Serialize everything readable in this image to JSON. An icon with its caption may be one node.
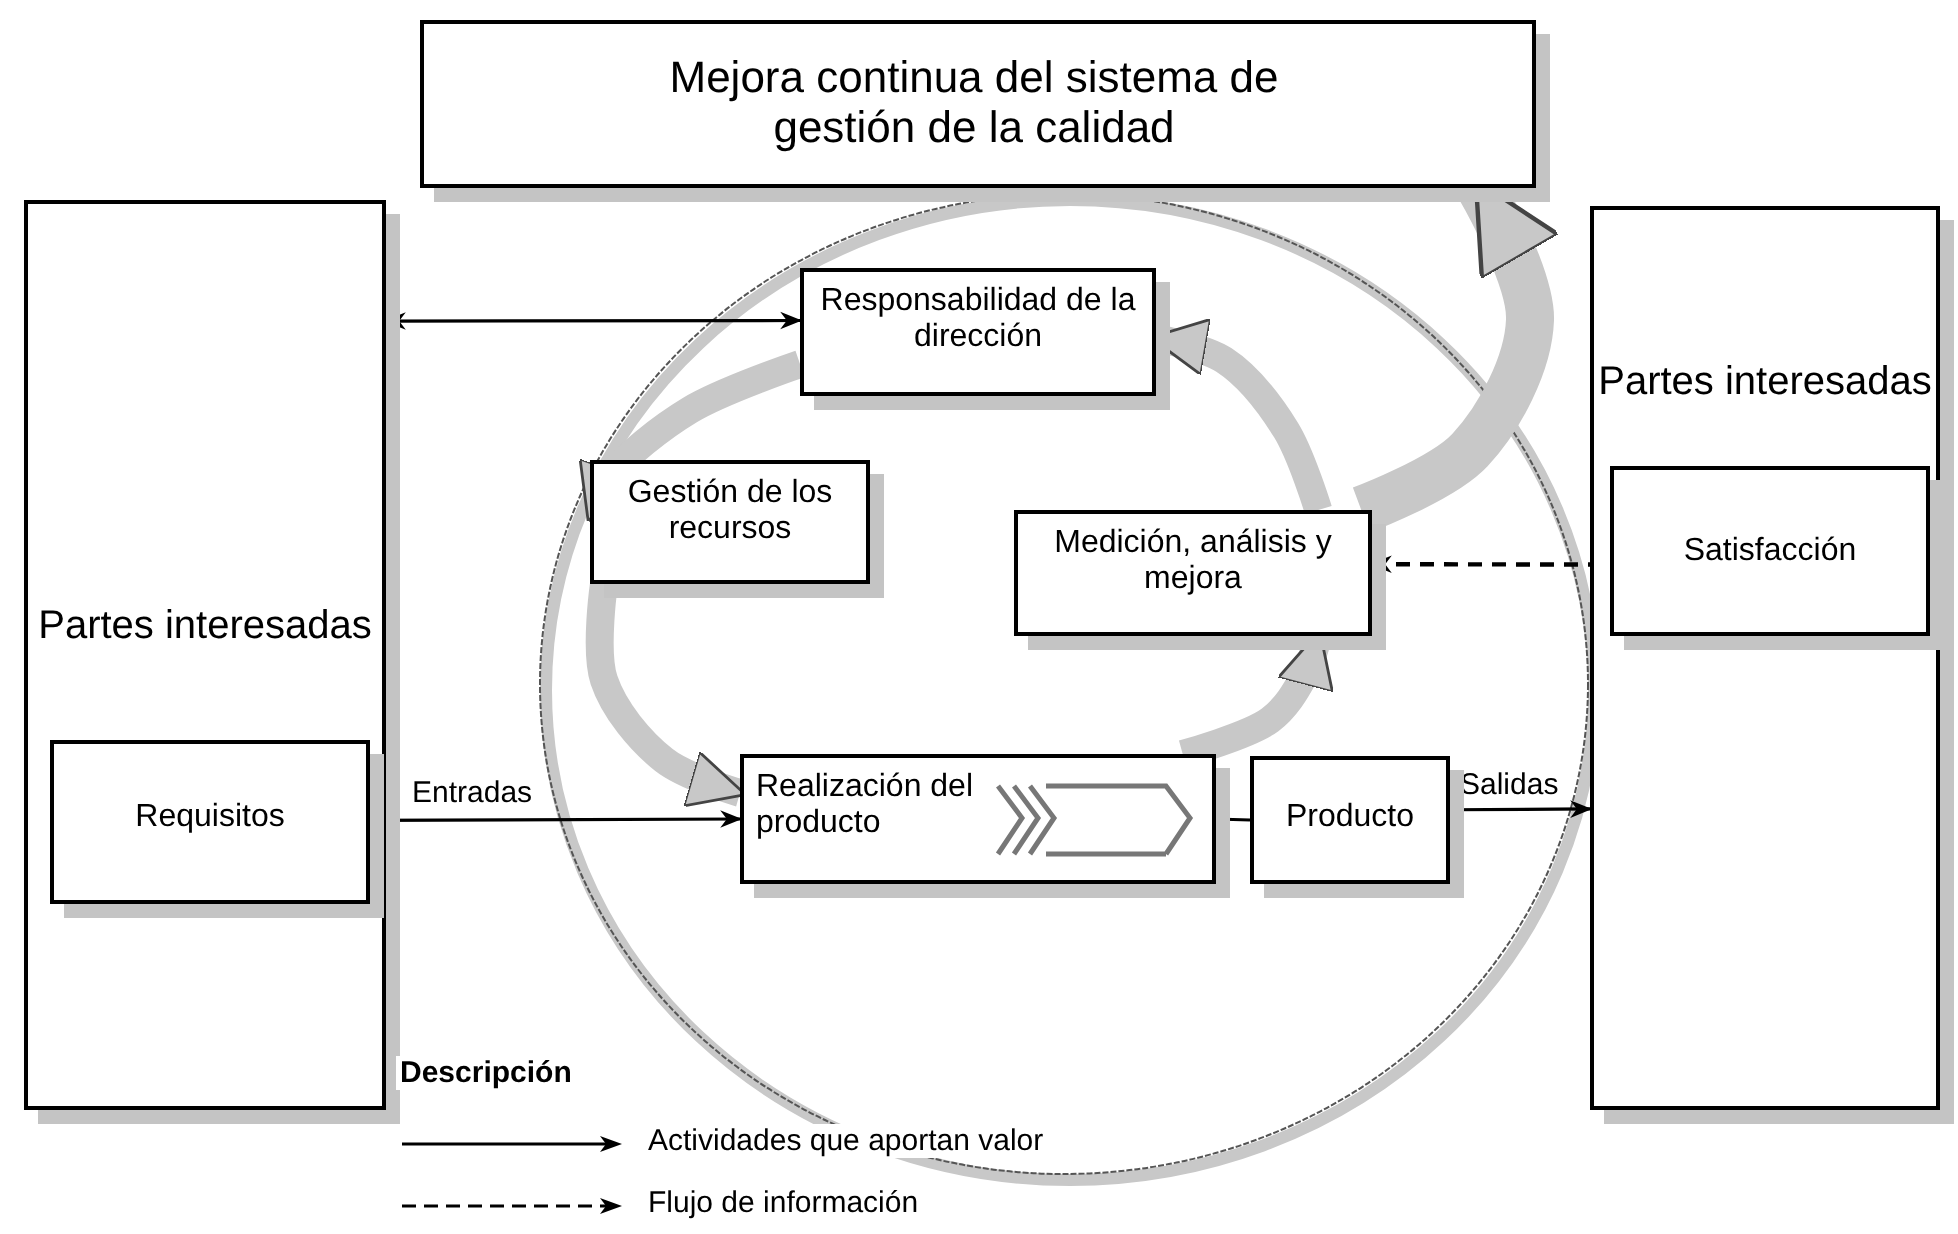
{
  "diagram": {
    "nodes": [
      {
        "text": [
          "Mejora continua del sistema de gestión de la calidad"
        ]
      },
      {
        "text": [
          "Partes interesadas"
        ]
      },
      {
        "text": [
          "Requisitos"
        ],
        "in": 1
      },
      {
        "text": [
          "Responsabilidad de la dirección"
        ]
      },
      {
        "text": [
          "Gestión de los recursos"
        ]
      },
      {
        "text": [
          "Medición, análisis y mejora"
        ]
      },
      {
        "text": [
          "Realización del producto"
        ]
      },
      {
        "text": [
          "Producto"
        ]
      },
      {
        "text": [
          "Partes interesadas"
        ]
      },
      {
        "text": [
          "Satisfacción"
        ],
        "in": 8
      }
    ],
    "edges": [
      {
        "from": 1,
        "to": 3,
        "arrow": "both"
      },
      {
        "from": 2,
        "to": 6,
        "arrow": "to",
        "label": "Entradas"
      },
      {
        "from": 6,
        "to": 7,
        "arrow": "none"
      },
      {
        "from": 7,
        "to": 8,
        "arrow": "to",
        "label": "Salidas"
      },
      {
        "from": 5,
        "to": 9,
        "arrow": "both",
        "style": "dashed"
      },
      {
        "from": 3,
        "to": 4,
        "arrow": "to",
        "style": "thick",
        "color": "#c8c8c8"
      },
      {
        "from": 4,
        "to": 6,
        "arrow": "to",
        "style": "thick",
        "color": "#c8c8c8"
      },
      {
        "from": 6,
        "to": 5,
        "arrow": "to",
        "style": "thick",
        "color": "#c8c8c8"
      },
      {
        "from": 5,
        "to": 3,
        "arrow": "to",
        "style": "thick",
        "color": "#c8c8c8"
      },
      {
        "from": 5,
        "to": 0,
        "arrow": "to",
        "style": "thick",
        "color": "#c8c8c8"
      }
    ],
    "labels": [
      "Descripción"
    ],
    "legend": [
      {
        "text": "Actividades que aportan valor"
      },
      {
        "text": "Flujo de información"
      }
    ]
  }
}
